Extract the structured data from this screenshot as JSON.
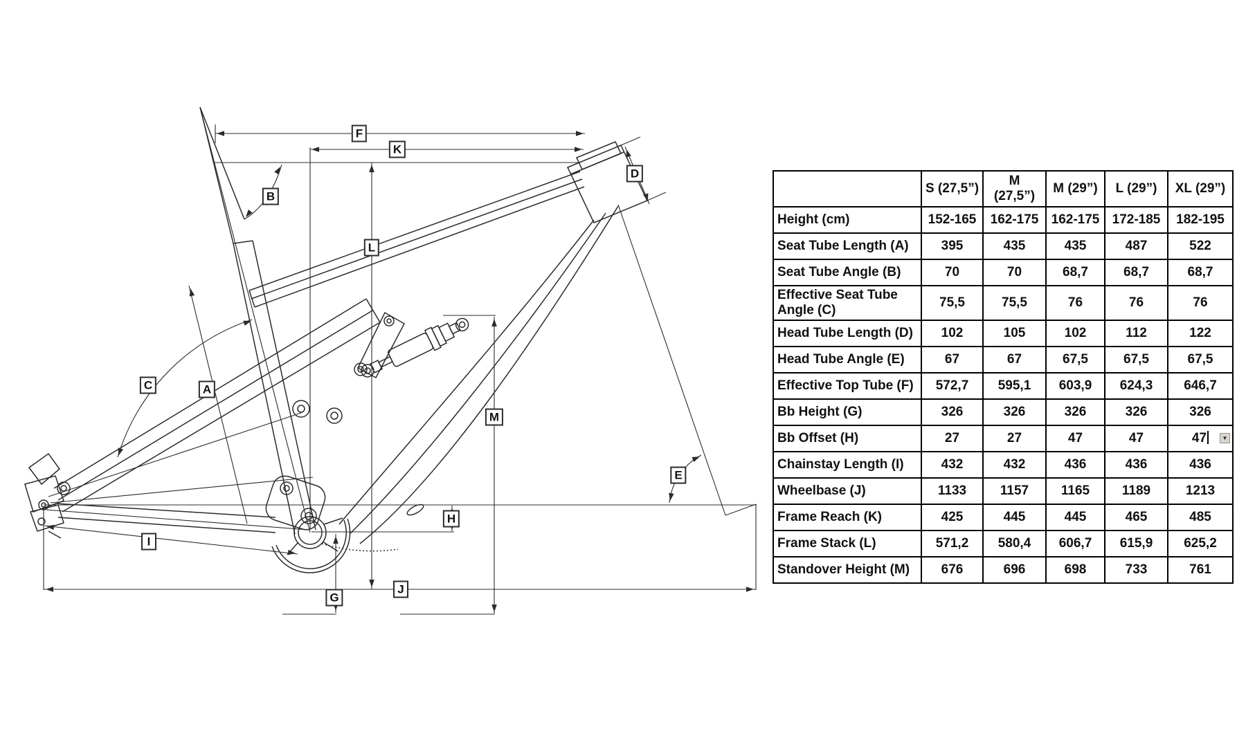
{
  "diagram": {
    "description": "full-suspension mountain bike frame geometry line drawing",
    "dimension_labels": [
      "A",
      "B",
      "C",
      "D",
      "E",
      "F",
      "G",
      "H",
      "I",
      "J",
      "K",
      "L",
      "M"
    ]
  },
  "table": {
    "header": [
      "",
      "S (27,5”)",
      "M (27,5”)",
      "M (29”)",
      "L (29”)",
      "XL (29”)"
    ],
    "rows": [
      {
        "label": "Height (cm)",
        "values": [
          "152-165",
          "162-175",
          "162-175",
          "172-185",
          "182-195"
        ]
      },
      {
        "label": "Seat Tube Length (A)",
        "values": [
          "395",
          "435",
          "435",
          "487",
          "522"
        ]
      },
      {
        "label": "Seat Tube Angle (B)",
        "values": [
          "70",
          "70",
          "68,7",
          "68,7",
          "68,7"
        ]
      },
      {
        "label": "Effective Seat Tube Angle (C)",
        "values": [
          "75,5",
          "75,5",
          "76",
          "76",
          "76"
        ]
      },
      {
        "label": "Head Tube Length (D)",
        "values": [
          "102",
          "105",
          "102",
          "112",
          "122"
        ]
      },
      {
        "label": "Head Tube Angle (E)",
        "values": [
          "67",
          "67",
          "67,5",
          "67,5",
          "67,5"
        ]
      },
      {
        "label": "Effective Top Tube (F)",
        "values": [
          "572,7",
          "595,1",
          "603,9",
          "624,3",
          "646,7"
        ]
      },
      {
        "label": "Bb Height (G)",
        "values": [
          "326",
          "326",
          "326",
          "326",
          "326"
        ]
      },
      {
        "label": "Bb Offset (H)",
        "values": [
          "27",
          "27",
          "47",
          "47",
          "47"
        ]
      },
      {
        "label": "Chainstay Length (I)",
        "values": [
          "432",
          "432",
          "436",
          "436",
          "436"
        ]
      },
      {
        "label": "Wheelbase (J)",
        "values": [
          "1133",
          "1157",
          "1165",
          "1189",
          "1213"
        ]
      },
      {
        "label": "Frame Reach (K)",
        "values": [
          "425",
          "445",
          "445",
          "465",
          "485"
        ]
      },
      {
        "label": "Frame Stack (L)",
        "values": [
          "571,2",
          "580,4",
          "606,7",
          "615,9",
          "625,2"
        ]
      },
      {
        "label": "Standover Height (M)",
        "values": [
          "676",
          "696",
          "698",
          "733",
          "761"
        ]
      }
    ],
    "editing": {
      "row_label": "Bb Offset (H)",
      "column": "XL (29”)",
      "row_index": 8,
      "col_index": 4,
      "icons": [
        "text-caret",
        "dropdown-arrow"
      ]
    }
  }
}
